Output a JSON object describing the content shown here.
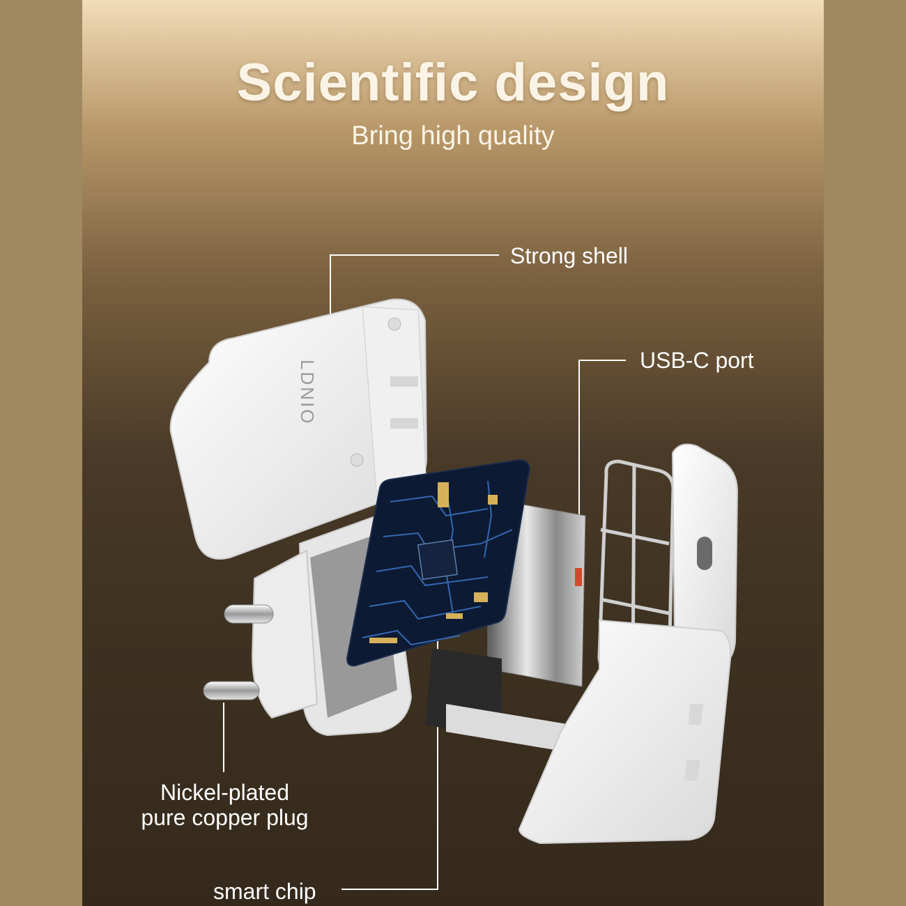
{
  "header": {
    "title": "Scientific design",
    "subtitle": "Bring high quality"
  },
  "callouts": {
    "shell": "Strong shell",
    "usb": "USB-C port",
    "plug_line1": "Nickel-plated",
    "plug_line2": "pure copper plug",
    "chip": "smart chip"
  },
  "logo_text": "LDNIO",
  "colors": {
    "shell": "#f2f2f2",
    "board": "#0d1a33",
    "trace": "#3a76c8",
    "gold": "#d7b15a",
    "accent": "#fbf4e6"
  }
}
